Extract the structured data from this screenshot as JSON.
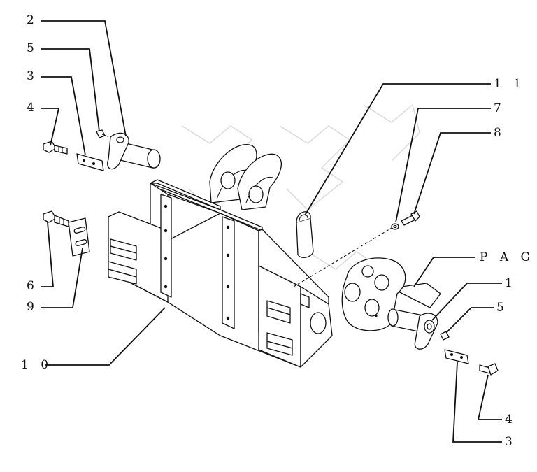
{
  "callouts": [
    {
      "id": "c2",
      "text": "2"
    },
    {
      "id": "c5a",
      "text": "5"
    },
    {
      "id": "c3a",
      "text": "3"
    },
    {
      "id": "c4a",
      "text": "4"
    },
    {
      "id": "c6",
      "text": "6"
    },
    {
      "id": "c9",
      "text": "9"
    },
    {
      "id": "c10",
      "text": "1 0"
    },
    {
      "id": "c11",
      "text": "1 1"
    },
    {
      "id": "c7",
      "text": "7"
    },
    {
      "id": "c8",
      "text": "8"
    },
    {
      "id": "cpag",
      "text": "P A G ."
    },
    {
      "id": "c1",
      "text": "1"
    },
    {
      "id": "c5b",
      "text": "5"
    },
    {
      "id": "c4b",
      "text": "4"
    },
    {
      "id": "c3b",
      "text": "3"
    }
  ]
}
